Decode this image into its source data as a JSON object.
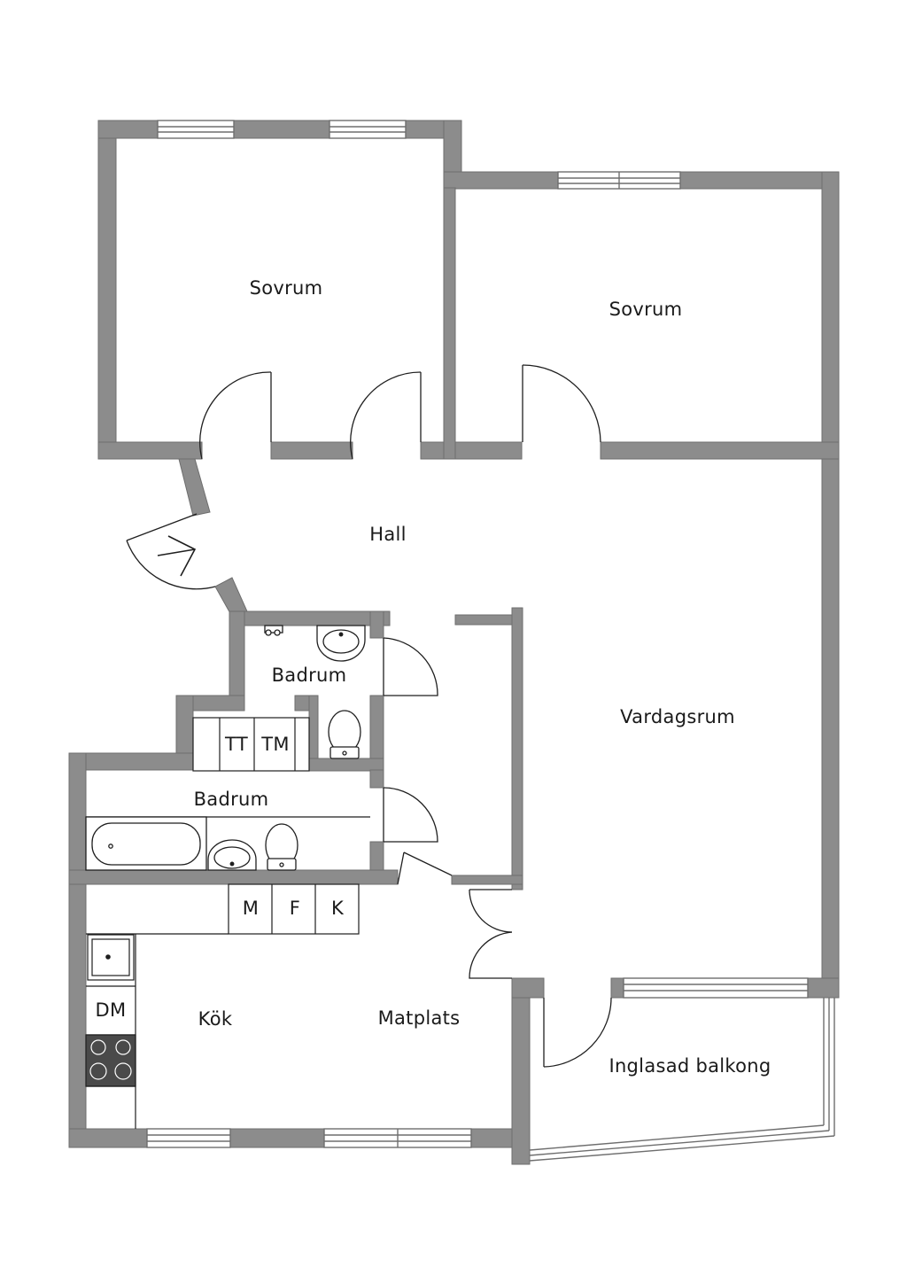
{
  "colors": {
    "wall": "#8c8c8c",
    "line": "#1f1f1f",
    "background": "#ffffff",
    "stove": "#4a4a4a"
  },
  "rooms": {
    "sovrum_1": "Sovrum",
    "sovrum_2": "Sovrum",
    "hall": "Hall",
    "badrum_1": "Badrum",
    "badrum_2": "Badrum",
    "vardagsrum": "Vardagsrum",
    "kok": "Kök",
    "matplats": "Matplats",
    "balkong": "Inglasad balkong"
  },
  "appliances": {
    "tt": "TT",
    "tm": "TM",
    "m": "M",
    "f": "F",
    "k": "K",
    "dm": "DM"
  },
  "icons": [
    "entrance-arrow-icon",
    "door-swing-icon",
    "window-icon",
    "sink-icon",
    "toilet-icon",
    "bathtub-icon",
    "stove-icon"
  ]
}
